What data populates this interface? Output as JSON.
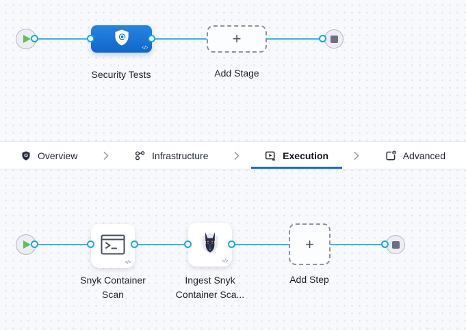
{
  "stage_graph": {
    "stage_name": "Security Tests",
    "add_stage_label": "Add Stage",
    "plus": "+",
    "code_glyph": "</>"
  },
  "tabs": {
    "overview": "Overview",
    "infrastructure": "Infrastructure",
    "execution": "Execution",
    "advanced": "Advanced"
  },
  "execution_graph": {
    "step1_line1": "Snyk Container",
    "step1_line2": "Scan",
    "step2_line1": "Ingest Snyk",
    "step2_line2": "Container Sca...",
    "add_step_label": "Add Step",
    "plus": "+",
    "code_glyph": "</>"
  },
  "icons": {
    "start_node": "play-icon",
    "end_node": "stop-icon",
    "stage": "shield-scan-icon",
    "step1": "terminal-icon",
    "step2": "snyk-dog-icon",
    "tab_overview": "shield-icon",
    "tab_infrastructure": "infrastructure-nodes-icon",
    "tab_execution": "play-box-icon",
    "tab_advanced": "file-gear-icon"
  },
  "colors": {
    "connector_blue": "#35b3f1",
    "stage_blue": "#1573d2",
    "active_tab_underline": "#1a6bd8",
    "play_green": "#64bf4e",
    "canvas_bg": "#f7f9fc"
  }
}
